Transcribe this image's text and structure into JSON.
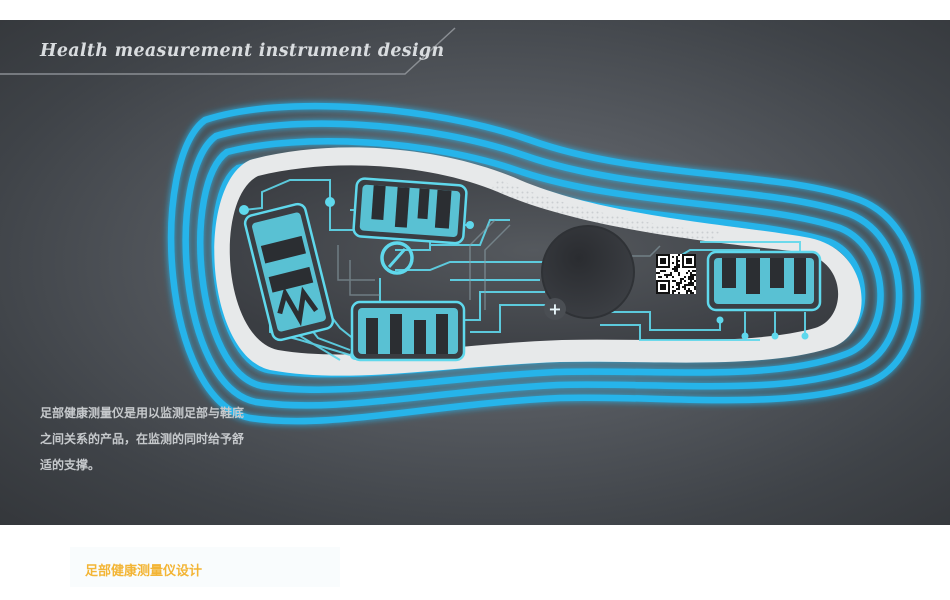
{
  "banner": {
    "title": "Health measurement instrument design",
    "description": "足部健康测量仪是用以监测足部与鞋底之间关系的产品，在监测的同时给予舒适的支撑。"
  },
  "caption": "足部健康测量仪设计",
  "device": {
    "plus_symbol": "+"
  },
  "colors": {
    "ring_blue": "#26b4ea",
    "circuit_cyan": "#5fd8ec",
    "background_dark": "#45494e",
    "caption_accent": "#f3b536"
  },
  "icons": [
    "qr-code-icon",
    "power-icon",
    "plus-icon"
  ]
}
